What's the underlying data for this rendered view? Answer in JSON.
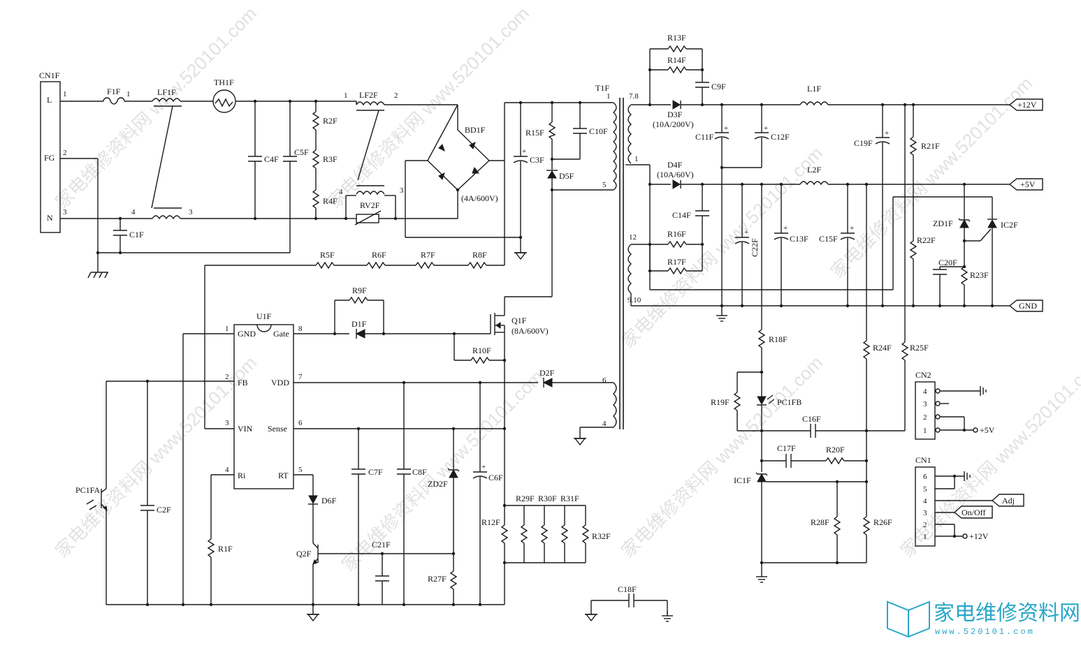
{
  "watermark": {
    "text": "家电维修资料网 www.520101.com"
  },
  "logo": {
    "name": "家电维修资料网",
    "url": "www.520101.com"
  },
  "connectors": {
    "cn1f": {
      "ref": "CN1F",
      "pins": [
        {
          "num": "1",
          "name": "L"
        },
        {
          "num": "2",
          "name": "FG"
        },
        {
          "num": "3",
          "name": "N"
        }
      ]
    },
    "cn2": {
      "ref": "CN2",
      "pins": [
        "4",
        "3",
        "2",
        "1"
      ],
      "tag": "+5V"
    },
    "cn1": {
      "ref": "CN1",
      "pins": [
        "6",
        "5",
        "4",
        "3",
        "2",
        "1"
      ],
      "adj": "Adj",
      "onoff": "On/Off",
      "v12": "+12V"
    }
  },
  "outputs": {
    "v12": "+12V",
    "v5": "+5V",
    "gnd": "GND"
  },
  "ic": {
    "ref": "U1F",
    "pins": {
      "gnd": {
        "num": "1",
        "name": "GND"
      },
      "fb": {
        "num": "2",
        "name": "FB"
      },
      "vin": {
        "num": "3",
        "name": "VIN"
      },
      "ri": {
        "num": "4",
        "name": "Ri"
      },
      "gate": {
        "num": "8",
        "name": "Gate"
      },
      "vdd": {
        "num": "7",
        "name": "VDD"
      },
      "sense": {
        "num": "6",
        "name": "Sense"
      },
      "rt": {
        "num": "5",
        "name": "RT"
      }
    }
  },
  "parts": {
    "F1F": "F1F",
    "LF1F": "LF1F",
    "TH1F": "TH1F",
    "LF2F": "LF2F",
    "BD1F": "BD1F",
    "BD1F_rating": "(4A/600V)",
    "C1F": "C1F",
    "C4F": "C4F",
    "C5F": "C5F",
    "R2F": "R2F",
    "R3F": "R3F",
    "R4F": "R4F",
    "RV2F": "RV2F",
    "C3F": "C3F",
    "R15F": "R15F",
    "C10F": "C10F",
    "D5F": "D5F",
    "T1F": "T1F",
    "R5F": "R5F",
    "R6F": "R6F",
    "R7F": "R7F",
    "R8F": "R8F",
    "R9F": "R9F",
    "D1F": "D1F",
    "Q1F": "Q1F",
    "Q1F_rating": "(8A/600V)",
    "R10F": "R10F",
    "D2F": "D2F",
    "C2F": "C2F",
    "PC1FA": "PC1FA",
    "R1F": "R1F",
    "D6F": "D6F",
    "Q2F": "Q2F",
    "C7F": "C7F",
    "C8F": "C8F",
    "ZD2F": "ZD2F",
    "C6F": "C6F",
    "C21F": "C21F",
    "R27F": "R27F",
    "R12F": "R12F",
    "R29F": "R29F",
    "R30F": "R30F",
    "R31F": "R31F",
    "R32F": "R32F",
    "C18F": "C18F",
    "R13F": "R13F",
    "R14F": "R14F",
    "C9F": "C9F",
    "D3F": "D3F",
    "D3F_rating": "(10A/200V)",
    "D4F": "D4F",
    "D4F_rating": "(10A/60V)",
    "L1F": "L1F",
    "L2F": "L2F",
    "C11F": "C11F",
    "C12F": "C12F",
    "C19F": "C19F",
    "R21F": "R21F",
    "C14F": "C14F",
    "R16F": "R16F",
    "R17F": "R17F",
    "C22F": "C22F",
    "C13F": "C13F",
    "C15F": "C15F",
    "ZD1F": "ZD1F",
    "IC2F": "IC2F",
    "R22F": "R22F",
    "C20F": "C20F",
    "R23F": "R23F",
    "R18F": "R18F",
    "R19F": "R19F",
    "PC1FB": "PC1FB",
    "C16F": "C16F",
    "R24F": "R24F",
    "R25F": "R25F",
    "C17F": "C17F",
    "R20F": "R20F",
    "IC1F": "IC1F",
    "R28F": "R28F",
    "R26F": "R26F"
  },
  "pins": {
    "f1_1": "1",
    "lf1_4": "4",
    "lf1_3": "3",
    "lf2_1": "1",
    "lf2_2": "2",
    "lf2_4": "4",
    "lf2_3": "3",
    "t1_1": "1",
    "t1_5": "5",
    "t1_6": "6",
    "t1_4": "4",
    "t1_78": "7.8",
    "t1_s1": "1",
    "t1_12": "12",
    "t1_910": "9.10"
  }
}
